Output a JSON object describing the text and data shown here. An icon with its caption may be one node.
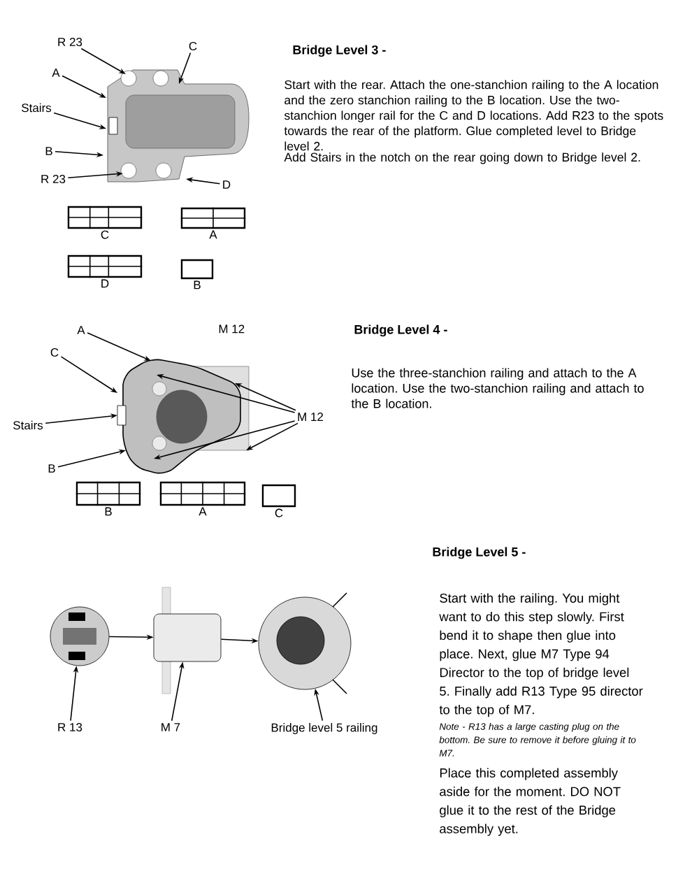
{
  "diagram": {
    "nodes": [
      {
        "text": [
          "A"
        ]
      },
      {
        "text": [
          "R 23"
        ]
      },
      {
        "text": [
          "C"
        ]
      },
      {
        "text": [
          "Stairs"
        ]
      },
      {
        "text": [
          "B"
        ]
      },
      {
        "text": [
          "R 23"
        ]
      },
      {
        "text": [
          "D"
        ]
      },
      {
        "text": [
          "C"
        ]
      },
      {
        "text": [
          "A"
        ]
      },
      {
        "text": [
          "D"
        ]
      },
      {
        "text": [
          "B"
        ]
      },
      {
        "text": [
          "A"
        ]
      },
      {
        "text": [
          "C"
        ]
      },
      {
        "text": [
          "Stairs"
        ]
      },
      {
        "text": [
          "B"
        ]
      },
      {
        "text": [
          "M 12"
        ]
      },
      {
        "text": [
          "B"
        ]
      },
      {
        "text": [
          "A"
        ]
      },
      {
        "text": [
          "C"
        ]
      },
      {
        "text": [],
        "shape": "circle"
      },
      {
        "text": [],
        "shape": "box"
      },
      {
        "text": [],
        "shape": "circle"
      },
      {
        "text": [
          "R 13"
        ]
      },
      {
        "text": [
          "M 7"
        ]
      },
      {
        "text": [
          "Bridge level 5 railing"
        ]
      },
      {
        "text": [],
        "shape": "picture"
      },
      {
        "text": [],
        "shape": "picture"
      }
    ],
    "edges": [
      {
        "from": 1,
        "to": 25,
        "arrow": "to"
      },
      {
        "from": 0,
        "to": 25,
        "arrow": "to"
      },
      {
        "from": 2,
        "to": 25,
        "arrow": "to"
      },
      {
        "from": 3,
        "to": 25,
        "arrow": "to"
      },
      {
        "from": 4,
        "to": 25,
        "arrow": "to"
      },
      {
        "from": 5,
        "to": 25,
        "arrow": "to"
      },
      {
        "from": 6,
        "to": 25,
        "arrow": "to"
      },
      {
        "from": 11,
        "to": 26,
        "arrow": "to"
      },
      {
        "from": 12,
        "to": 26,
        "arrow": "to"
      },
      {
        "from": 13,
        "to": 26,
        "arrow": "to"
      },
      {
        "from": 14,
        "to": 26,
        "arrow": "to"
      },
      {
        "from": 15,
        "to": 26,
        "arrow": "to"
      },
      {
        "from": 15,
        "to": 26,
        "arrow": "to"
      },
      {
        "from": 15,
        "to": 26,
        "arrow": "to"
      },
      {
        "from": 15,
        "to": 26,
        "arrow": "to"
      },
      {
        "from": 19,
        "to": 20,
        "arrow": "to"
      },
      {
        "from": 20,
        "to": 21,
        "arrow": "to"
      },
      {
        "from": 22,
        "to": 19,
        "arrow": "to"
      },
      {
        "from": 23,
        "to": 20,
        "arrow": "to"
      },
      {
        "from": 24,
        "to": 21,
        "arrow": "to"
      }
    ],
    "labels": [
      "Bridge Level 3 -",
      "Start with the rear. Attach the one-stanchion railing to the A location and the zero stanchion railing to the B location. Use the two-stanchion longer rail for the C and D locations. Add R23 to the spots towards the rear of the platform. Glue completed level to Bridge level 2.",
      "Add Stairs in the notch on the rear going down to Bridge level 2.",
      "M 12",
      "Bridge Level 4 -",
      "Use the three-stanchion railing and attach to the A location. Use the two-stanchion railing and attach to the B location.",
      "Bridge Level 5 -",
      "Start with the railing. You might want to do this step slowly. First bend it to shape then glue into place. Next, glue M7 Type 94 Director to the top of bridge level 5. Finally add R13 Type 95 director to the top of M7.",
      "Note - R13 has a large casting plug on the bottom. Be sure to remove it before gluing it to M7.",
      "Place this completed assembly aside for the moment. DO NOT glue it to the rest of the Bridge assembly yet."
    ]
  }
}
